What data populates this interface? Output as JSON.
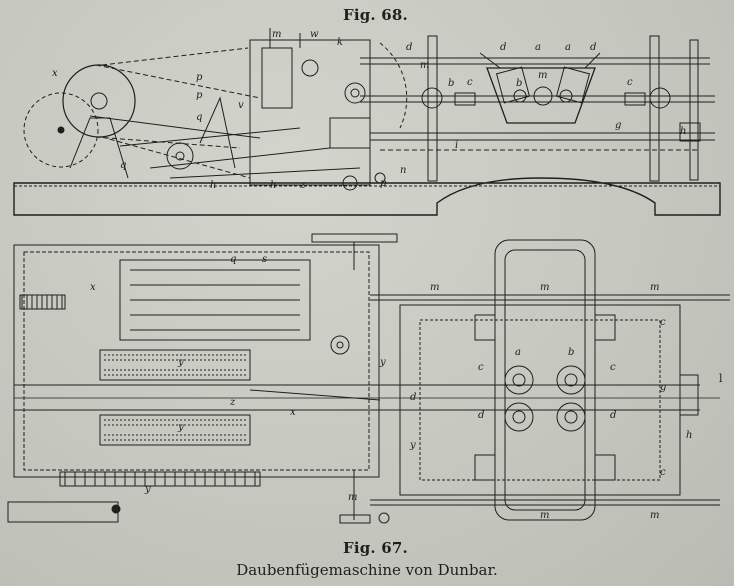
{
  "figures": {
    "top_label": "Fig. 68.",
    "bottom_label": "Fig. 67."
  },
  "caption": "Daubenfügemaschine von Dunbar.",
  "margin_mark": "l",
  "colors": {
    "paper": "#c9cbc4",
    "ink": "#1f1f1d"
  }
}
